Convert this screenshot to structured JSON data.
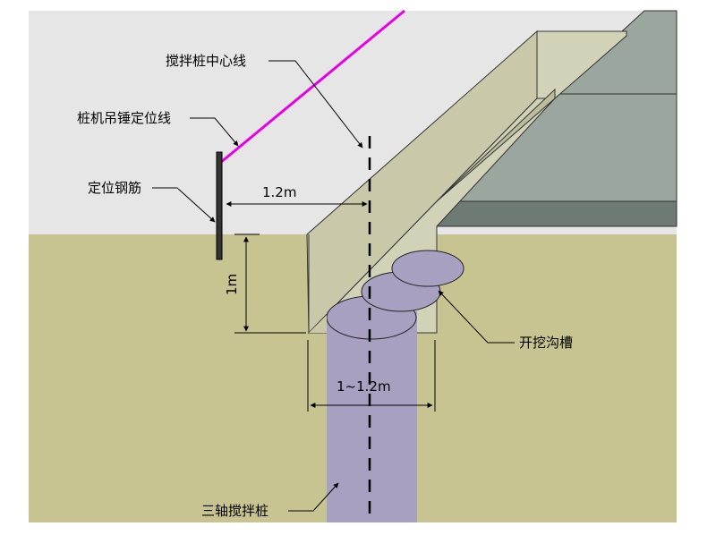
{
  "labels": {
    "center_line": "搅拌桩中心线",
    "hammer_line": "桩机吊锤定位线",
    "rebar": "定位钢筋",
    "trench": "开挖沟槽",
    "pile": "三轴搅拌桩"
  },
  "dimensions": {
    "offset": "1.2m",
    "depth": "1m",
    "width": "1~1.2m"
  },
  "colors": {
    "sky": "#e6e6e6",
    "ground": "#c8c492",
    "trench_wall": "#c9c9a9",
    "trench_inner": "#d2d2b8",
    "pile": "#a8a0c0",
    "platform_top": "#9aa69e",
    "platform_side": "#6e7a74",
    "magenta_line": "#e600e6"
  }
}
